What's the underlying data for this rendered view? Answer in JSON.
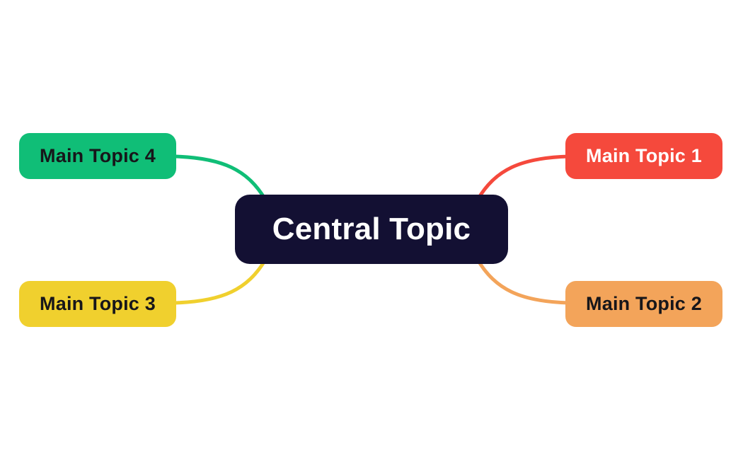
{
  "diagram": {
    "type": "mindmap",
    "background_color": "#ffffff"
  },
  "central": {
    "label": "Central Topic",
    "bg_color": "#131033",
    "text_color": "#FFFFFF"
  },
  "topics": [
    {
      "id": "main-topic-1",
      "label": "Main Topic 1",
      "bg_color": "#F5493C",
      "text_color": "#FFFFFF",
      "position": "top-right"
    },
    {
      "id": "main-topic-2",
      "label": "Main Topic 2",
      "bg_color": "#F3A45A",
      "text_color": "#17161A",
      "position": "bottom-right"
    },
    {
      "id": "main-topic-3",
      "label": "Main Topic 3",
      "bg_color": "#F0D02E",
      "text_color": "#17161A",
      "position": "bottom-left"
    },
    {
      "id": "main-topic-4",
      "label": "Main Topic 4",
      "bg_color": "#10BE77",
      "text_color": "#17161A",
      "position": "top-left"
    }
  ]
}
